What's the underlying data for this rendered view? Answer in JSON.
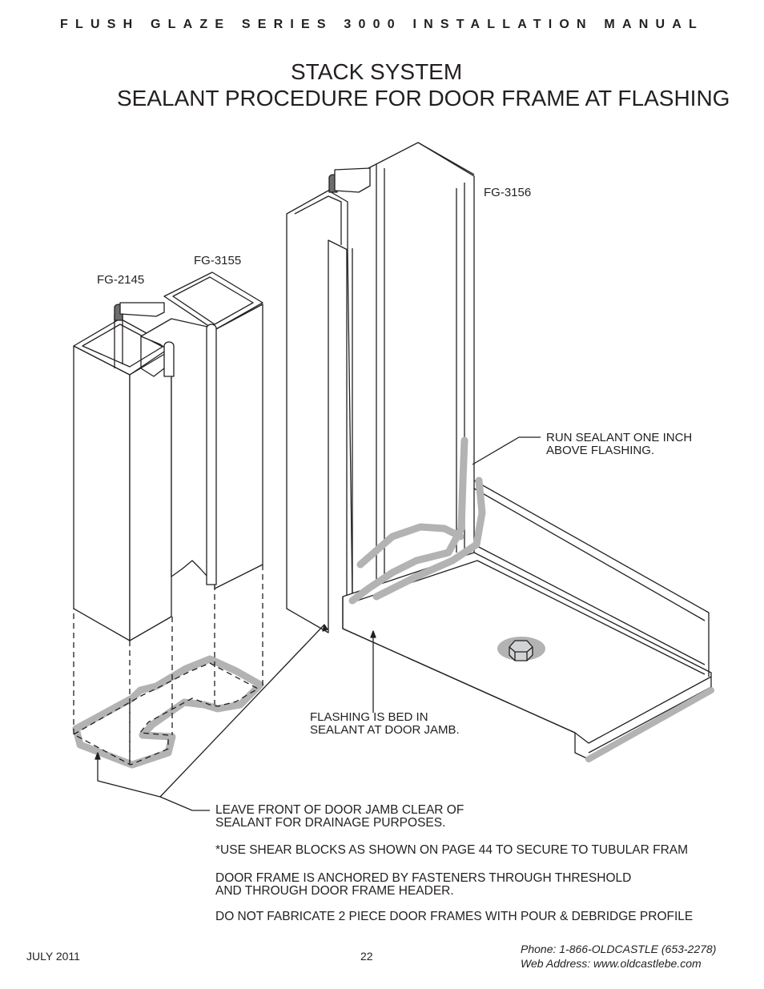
{
  "header": {
    "manual_title": "FLUSH GLAZE SERIES 3000 INSTALLATION MANUAL"
  },
  "title": {
    "line1": "STACK SYSTEM",
    "line2": "SEALANT PROCEDURE FOR DOOR FRAME AT FLASHING"
  },
  "diagram": {
    "part_labels": {
      "fg2145": "FG-2145",
      "fg3155": "FG-3155",
      "fg3156": "FG-3156"
    },
    "callouts": {
      "run_sealant_1": "RUN SEALANT ONE INCH",
      "run_sealant_2": "ABOVE FLASHING.",
      "flashing_bed_1": "FLASHING IS BED IN",
      "flashing_bed_2": "SEALANT AT DOOR JAMB."
    }
  },
  "notes": {
    "leave_front_1": "LEAVE FRONT OF DOOR JAMB CLEAR OF",
    "leave_front_2": "SEALANT FOR DRAINAGE PURPOSES.",
    "shear_blocks": "*USE SHEAR BLOCKS AS SHOWN ON PAGE 44 TO SECURE TO TUBULAR FRAM",
    "anchored_1": "DOOR FRAME IS ANCHORED BY FASTENERS THROUGH THRESHOLD",
    "anchored_2": "AND THROUGH DOOR FRAME HEADER.",
    "no_fabricate": "DO NOT FABRICATE 2 PIECE DOOR FRAMES WITH POUR & DEBRIDGE PROFILE"
  },
  "footer": {
    "date": "JULY 2011",
    "page_number": "22",
    "phone": "Phone: 1-866-OLDCASTLE (653-2278)",
    "web": "Web Address: www.oldcastlebe.com"
  }
}
